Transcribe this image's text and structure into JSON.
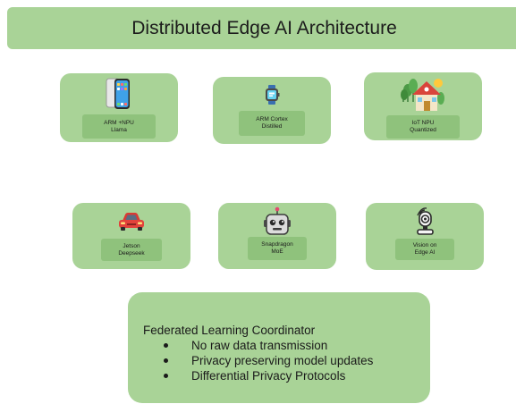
{
  "title": "Distributed Edge AI Architecture",
  "devices": [
    {
      "icon": "smartphone-icon",
      "line1": "ARM +NPU",
      "line2": "Llama"
    },
    {
      "icon": "smartwatch-icon",
      "line1": "ARM Cortex",
      "line2": "Distilled"
    },
    {
      "icon": "smart-home-icon",
      "line1": "IoT NPU",
      "line2": "Quantized"
    },
    {
      "icon": "car-icon",
      "line1": "Jetson",
      "line2": "Deepseek"
    },
    {
      "icon": "robot-icon",
      "line1": "Snapdragon",
      "line2": "MoE"
    },
    {
      "icon": "security-camera-icon",
      "line1": "Vision on",
      "line2": "Edge AI"
    }
  ],
  "coordinator": {
    "heading": "Federated Learning Coordinator",
    "bullets": [
      "No raw data transmission",
      "Privacy preserving model updates",
      "Differential Privacy Protocols"
    ]
  },
  "colors": {
    "box_fill": "#a9d397",
    "label_fill": "#8fc27c",
    "text": "#1a1a1a"
  }
}
